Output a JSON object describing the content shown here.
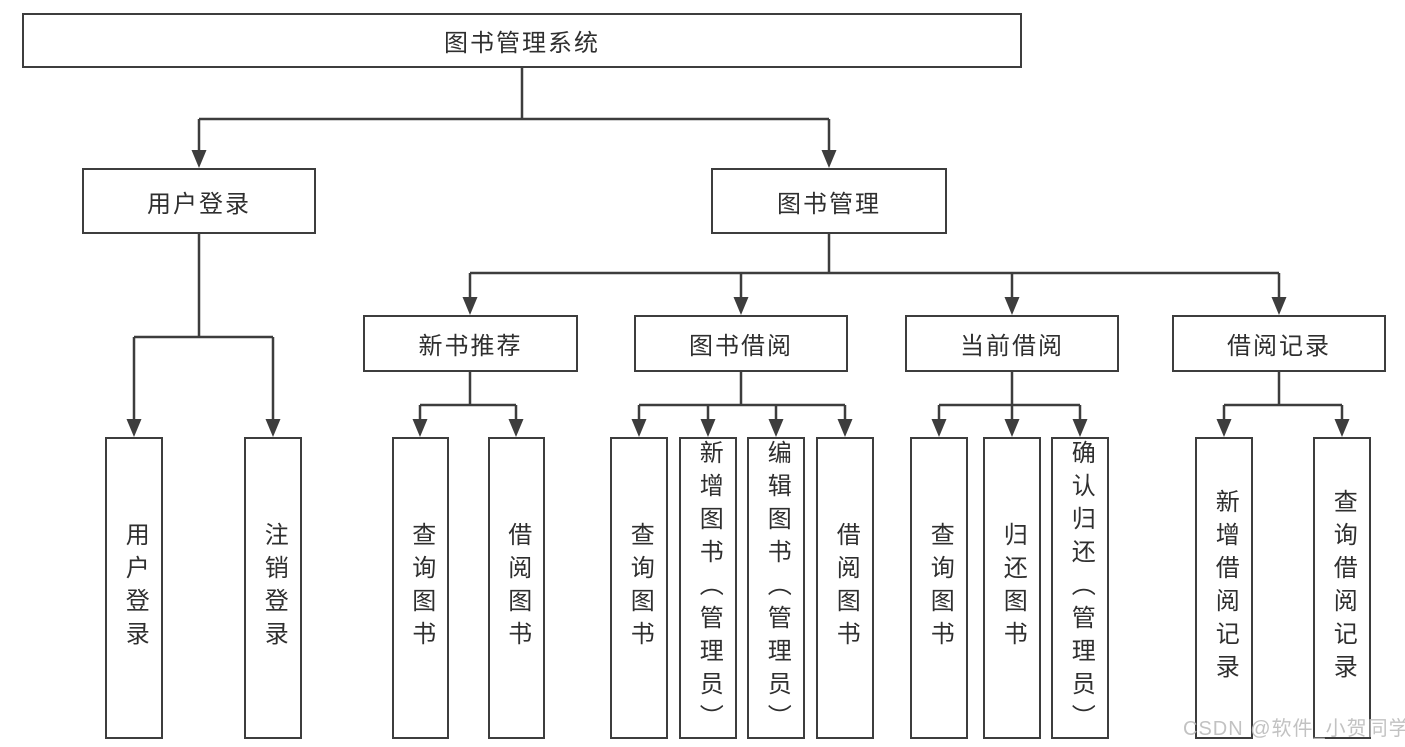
{
  "tree": {
    "root": {
      "label": "图书管理系统"
    },
    "user_login": {
      "label": "用户登录",
      "children": [
        {
          "label": "用户登录"
        },
        {
          "label": "注销登录"
        }
      ]
    },
    "book_management": {
      "label": "图书管理",
      "sections": [
        {
          "label": "新书推荐",
          "children": [
            {
              "label": "查询图书"
            },
            {
              "label": "借阅图书"
            }
          ]
        },
        {
          "label": "图书借阅",
          "children": [
            {
              "label": "查询图书"
            },
            {
              "label": "新增图书（管理员）"
            },
            {
              "label": "编辑图书（管理员）"
            },
            {
              "label": "借阅图书"
            }
          ]
        },
        {
          "label": "当前借阅",
          "children": [
            {
              "label": "查询图书"
            },
            {
              "label": "归还图书"
            },
            {
              "label": "确认归还（管理员）"
            }
          ]
        },
        {
          "label": "借阅记录",
          "children": [
            {
              "label": "新增借阅记录"
            },
            {
              "label": "查询借阅记录"
            }
          ]
        }
      ]
    }
  },
  "watermark": {
    "text": "CSDN @软件_小贺同学",
    "color": "#bcbcbc"
  },
  "colors": {
    "line": "#3d3d3d",
    "box_border": "#3d3d3d",
    "text": "#2f2f2f",
    "background": "#ffffff"
  }
}
